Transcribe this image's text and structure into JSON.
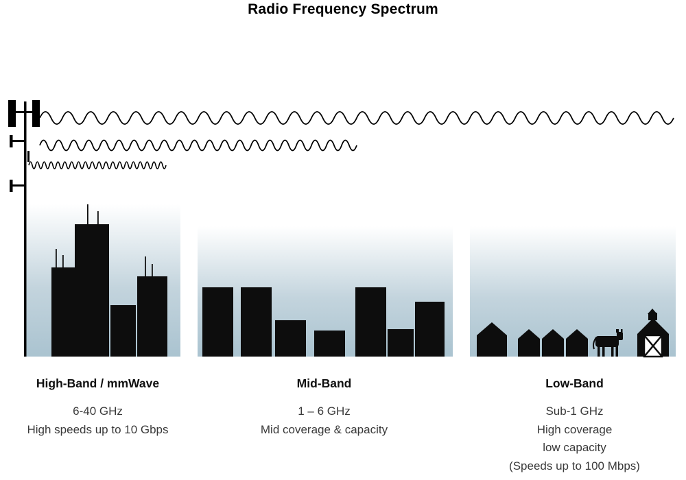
{
  "title": "Radio Frequency Spectrum",
  "bands": [
    {
      "id": "high-band",
      "label": "High-Band / mmWave",
      "freq": "6-40 GHz",
      "desc1": "High speeds up to 10 Gbps"
    },
    {
      "id": "mid-band",
      "label": "Mid-Band",
      "freq": "1 – 6 GHz",
      "desc1": "Mid coverage & capacity"
    },
    {
      "id": "low-band",
      "label": "Low-Band",
      "freq": "Sub-1 GHz",
      "desc1": "High coverage",
      "desc2": "low capacity",
      "desc3": "(Speeds up to 100 Mbps)"
    }
  ],
  "colors": {
    "ink": "#000000",
    "text": "#3a3a3a",
    "coverage_top": "#ffffff",
    "coverage_mid": "#c3d4dd",
    "coverage_bottom": "#aac3d0"
  },
  "icons": [
    "cell-tower-icon",
    "low-frequency-wave-icon",
    "mid-frequency-wave-icon",
    "high-frequency-wave-icon",
    "highband-city-icon",
    "midband-city-icon",
    "lowband-houses-icon",
    "cow-icon",
    "barn-icon"
  ]
}
